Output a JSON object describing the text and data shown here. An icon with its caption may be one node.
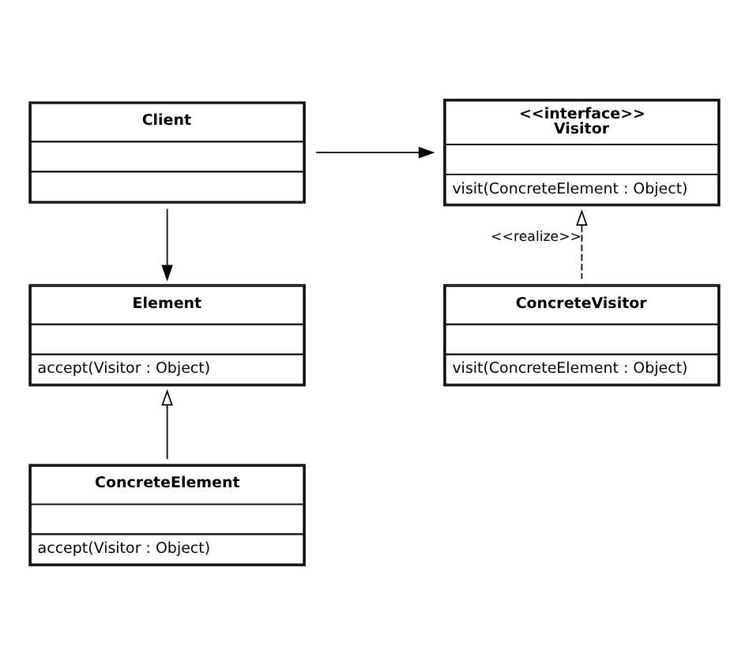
{
  "diagram": {
    "nodes": [
      {
        "text": [
          "Client"
        ]
      },
      {
        "text": [
          "<<interface>> Visitor",
          "visit(ConcreteElement : Object)"
        ]
      },
      {
        "text": [
          "Element",
          "accept(Visitor : Object)"
        ]
      },
      {
        "text": [
          "ConcreteElement",
          "accept(Visitor : Object)"
        ]
      },
      {
        "text": [
          "ConcreteVisitor",
          "visit(ConcreteElement : Object)"
        ]
      }
    ],
    "edges": [
      {
        "from": 0,
        "to": 1,
        "arrow": "to"
      },
      {
        "from": 0,
        "to": 2,
        "arrow": "to"
      },
      {
        "from": 3,
        "to": 2,
        "arrow": "to"
      },
      {
        "from": 4,
        "to": 1,
        "arrow": "to",
        "label": "<<realize>>",
        "style": "dashed"
      }
    ]
  }
}
